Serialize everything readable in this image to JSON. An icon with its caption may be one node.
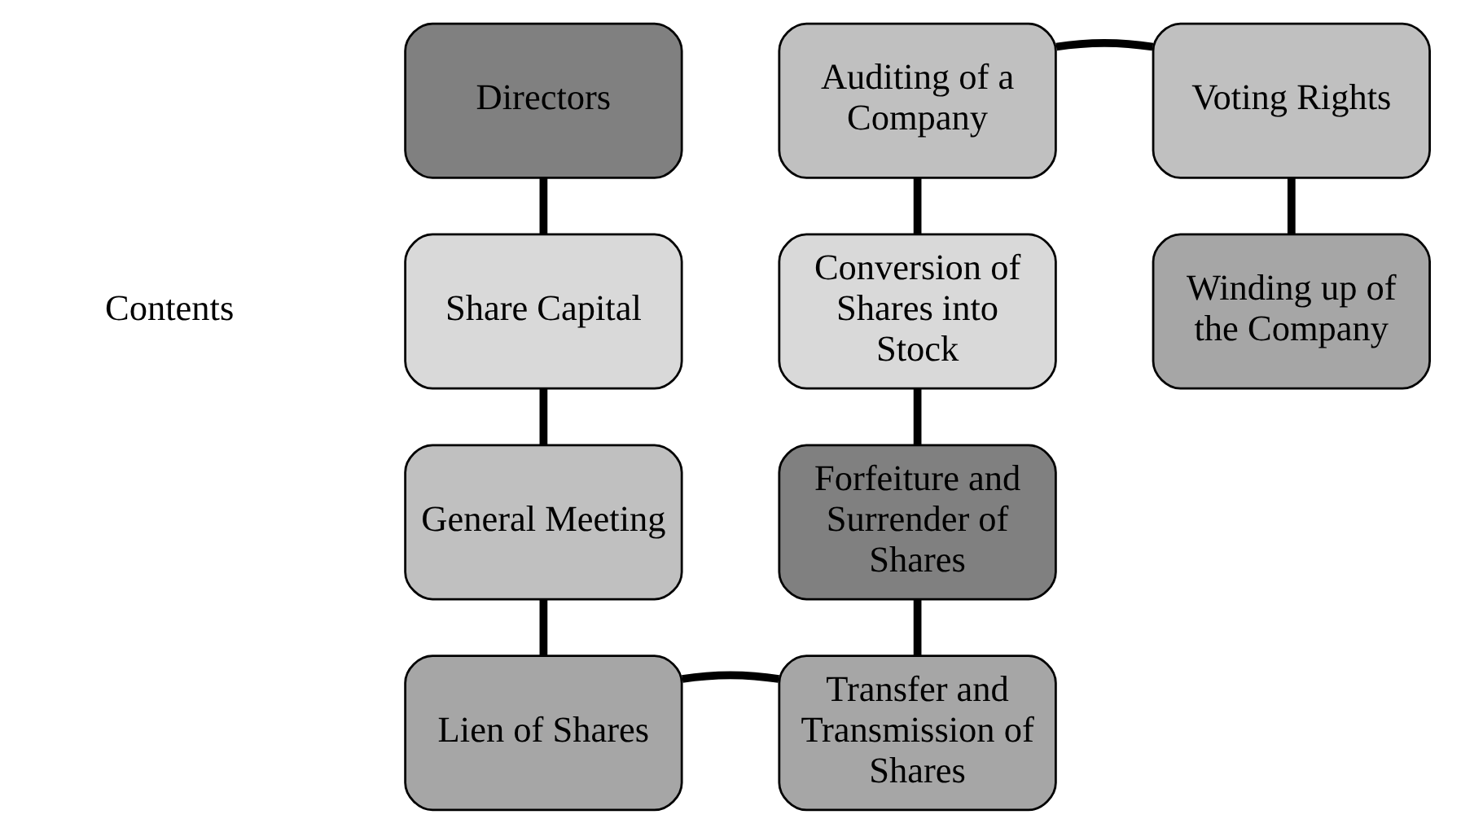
{
  "diagram": {
    "nodes": [
      {
        "text": [
          "Directors"
        ]
      },
      {
        "text": [
          "Share Capital"
        ]
      },
      {
        "text": [
          "General Meeting"
        ]
      },
      {
        "text": [
          "Lien of Shares"
        ]
      },
      {
        "text": [
          "Transfer and Transmission of Shares"
        ]
      },
      {
        "text": [
          "Forfeiture and Surrender of Shares"
        ]
      },
      {
        "text": [
          "Conversion of Shares into Stock"
        ]
      },
      {
        "text": [
          "Auditing of a Company"
        ]
      },
      {
        "text": [
          "Voting Rights"
        ]
      },
      {
        "text": [
          "Winding up of the Company"
        ]
      }
    ],
    "edges": [
      {
        "from": 0,
        "to": 1,
        "arrow": "none"
      },
      {
        "from": 1,
        "to": 2,
        "arrow": "none"
      },
      {
        "from": 2,
        "to": 3,
        "arrow": "none"
      },
      {
        "from": 3,
        "to": 4,
        "arrow": "none"
      },
      {
        "from": 4,
        "to": 5,
        "arrow": "none"
      },
      {
        "from": 5,
        "to": 6,
        "arrow": "none"
      },
      {
        "from": 6,
        "to": 7,
        "arrow": "none"
      },
      {
        "from": 7,
        "to": 8,
        "arrow": "none"
      },
      {
        "from": 8,
        "to": 9,
        "arrow": "none"
      }
    ],
    "labels": [
      "Contents"
    ]
  }
}
